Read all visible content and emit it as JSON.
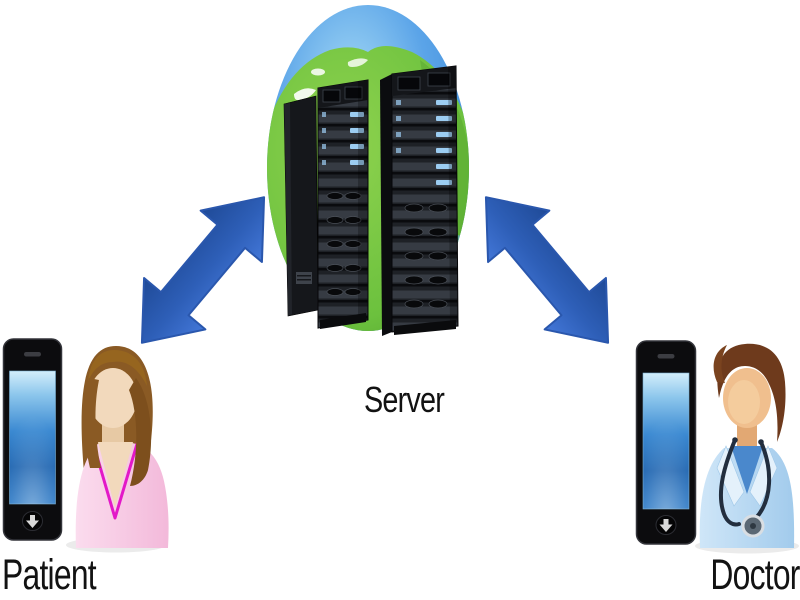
{
  "diagram": {
    "type": "architecture-diagram",
    "description": "Telemedicine system: patient and doctor smartphones communicate bidirectionally with a central server",
    "nodes": [
      {
        "id": "patient",
        "label": "Patient",
        "icons": [
          "smartphone-icon",
          "patient-person-icon"
        ],
        "position": "bottom-left"
      },
      {
        "id": "server",
        "label": "Server",
        "icons": [
          "globe-icon",
          "server-racks-icon"
        ],
        "position": "top-center"
      },
      {
        "id": "doctor",
        "label": "Doctor",
        "icons": [
          "smartphone-icon",
          "doctor-person-icon"
        ],
        "position": "bottom-right"
      }
    ],
    "edges": [
      {
        "from": "patient",
        "to": "server",
        "bidirectional": true,
        "style": "thick-blue-arrow"
      },
      {
        "from": "server",
        "to": "doctor",
        "bidirectional": true,
        "style": "thick-blue-arrow"
      }
    ]
  },
  "colors": {
    "background": "#ffffff",
    "label_text": "#121212",
    "arrow_blue_dark": "#1f4a97",
    "arrow_blue_light": "#4377d8",
    "globe_land_green": "#6cc13e",
    "globe_ocean_blue": "#4596e3",
    "rack_body_dark": "#1e2126",
    "rack_led_blue": "#9ccdf2",
    "phone_body_black": "#0c0c0e",
    "phone_screen_blue": "#2f7fd0",
    "patient_top_pink": "#f8cce4",
    "patient_necklace_magenta": "#e318c8",
    "doctor_coat_blue": "#b5d8f2",
    "doctor_shirt_blue": "#4a88cc"
  }
}
